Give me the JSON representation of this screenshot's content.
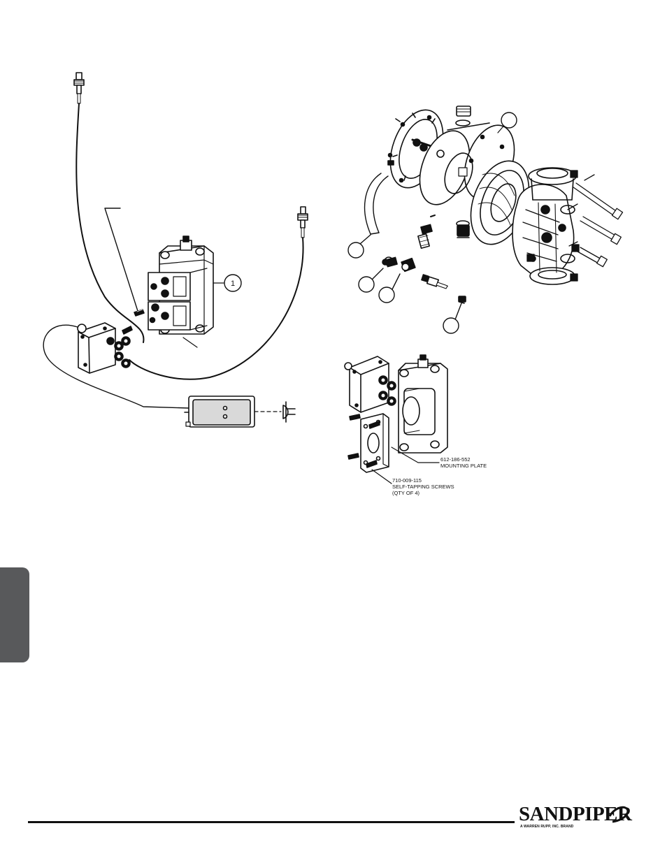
{
  "figure": {
    "callout_label_1": "1",
    "plate_part": "612-186-552",
    "plate_name": "MOUNTING PLATE",
    "screw_part": "710-009-115",
    "screw_name": "SELF-TAPPING SCREWS",
    "screw_qty": "(QTY OF 4)"
  },
  "footer": {
    "brand": "SANDPIPER",
    "brand_sub": "A WARREN RUPP, INC. BRAND"
  },
  "colors": {
    "ink": "#111111",
    "tab": "#58595b",
    "panel": "#d9d9d9"
  }
}
